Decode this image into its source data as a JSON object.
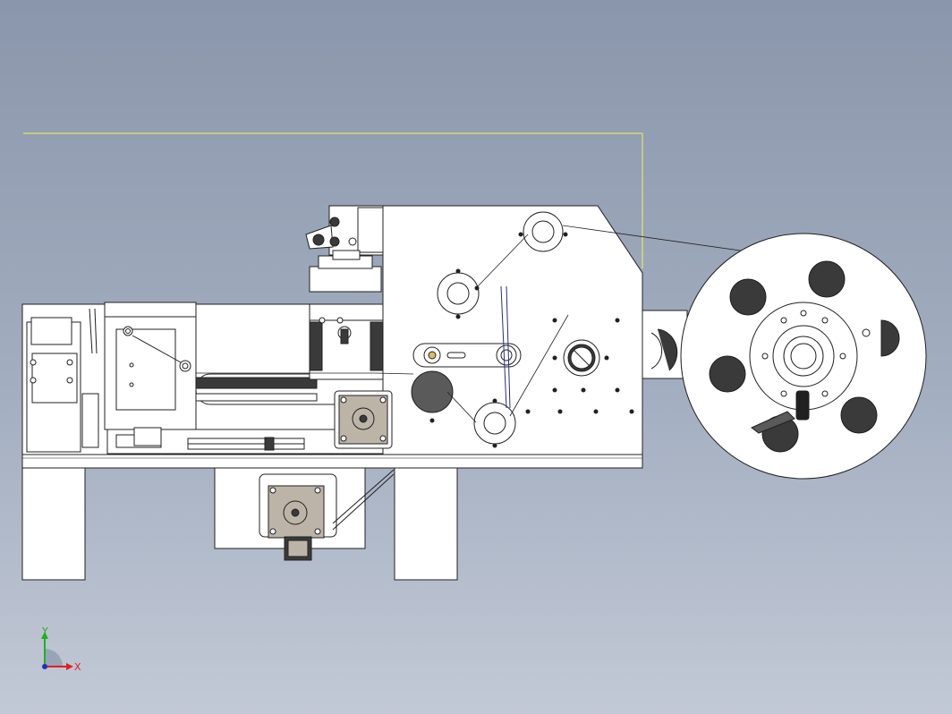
{
  "viewport": {
    "background_top": "#8a96ab",
    "background_bottom": "#c2c9d6",
    "bounding_box_color": "#f4f45a"
  },
  "model": {
    "line_color": "#202020",
    "face_color": "#ffffff",
    "hole_color": "#3a3a3a",
    "belt_color": "#2a2a8a",
    "motor_face_color": "#bdb4a8"
  },
  "triad": {
    "x_label": "X",
    "y_label": "Y",
    "x_color": "#e02020",
    "y_color": "#20b020",
    "origin_color": "#2030c0",
    "x_icon": "axis-x-arrow",
    "y_icon": "axis-y-arrow"
  }
}
